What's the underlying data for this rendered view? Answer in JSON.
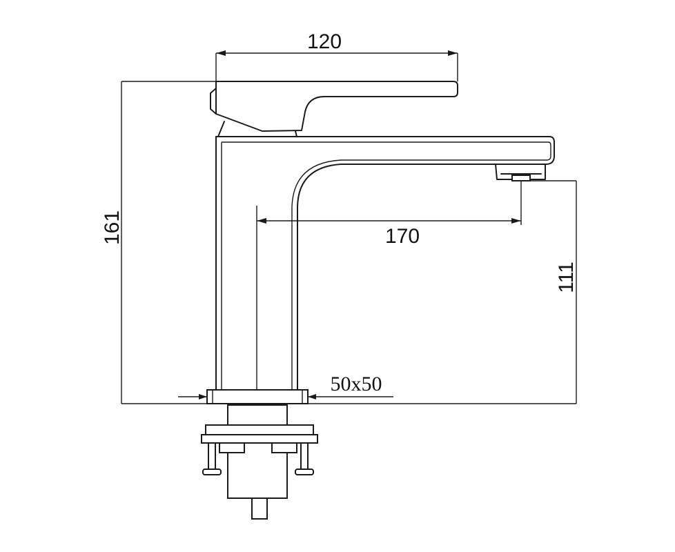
{
  "drawing": {
    "dimensions": {
      "handle_width": "120",
      "total_height": "161",
      "spout_reach": "170",
      "spout_height": "111",
      "base_size": "50x50"
    }
  }
}
